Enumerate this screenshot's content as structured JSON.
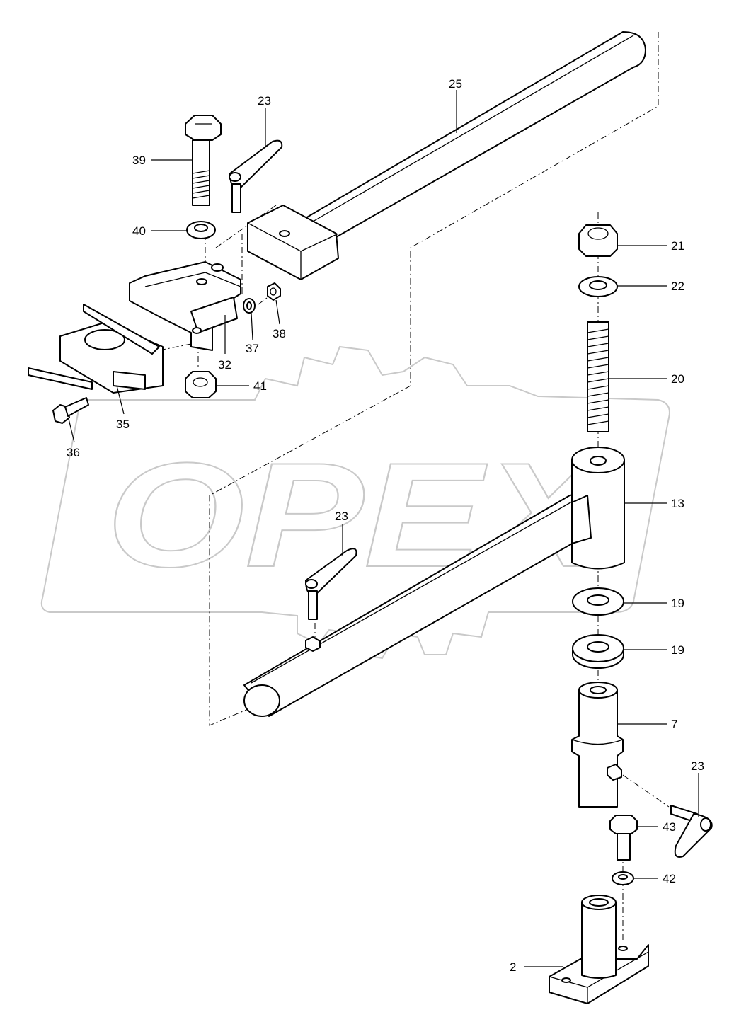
{
  "watermark": {
    "text": "OPEX"
  },
  "corner_mark": "",
  "labels": [
    "25",
    "23",
    "39",
    "40",
    "32",
    "37",
    "38",
    "35",
    "36",
    "41",
    "21",
    "22",
    "20",
    "13",
    "23",
    "19",
    "19",
    "7",
    "23",
    "43",
    "42",
    "2"
  ]
}
